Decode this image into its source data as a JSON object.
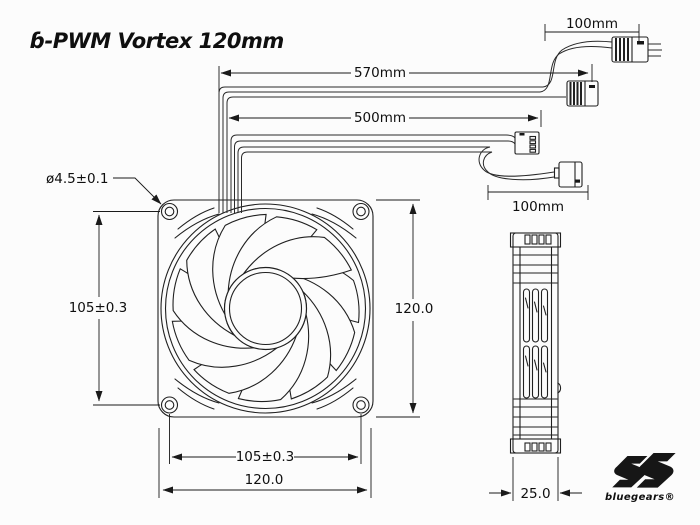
{
  "title": "ɓ-PWM Vortex 120mm",
  "drawing": {
    "dim_cable_top": "100mm",
    "dim_cable_570": "570mm",
    "dim_cable_500": "500mm",
    "dim_cable_100_bottom": "100mm",
    "dim_hole_diameter": "ø4.5±0.1",
    "dim_hole_spacing_vertical": "105±0.3",
    "dim_frame_height": "120.0",
    "dim_hole_spacing_horizontal": "105±0.3",
    "dim_frame_width": "120.0",
    "dim_frame_depth": "25.0"
  },
  "brand": {
    "wordmark": "bluegears®"
  },
  "colors": {
    "line": "#202020",
    "background": "#fcfcfc",
    "text": "#0f0f0f"
  }
}
